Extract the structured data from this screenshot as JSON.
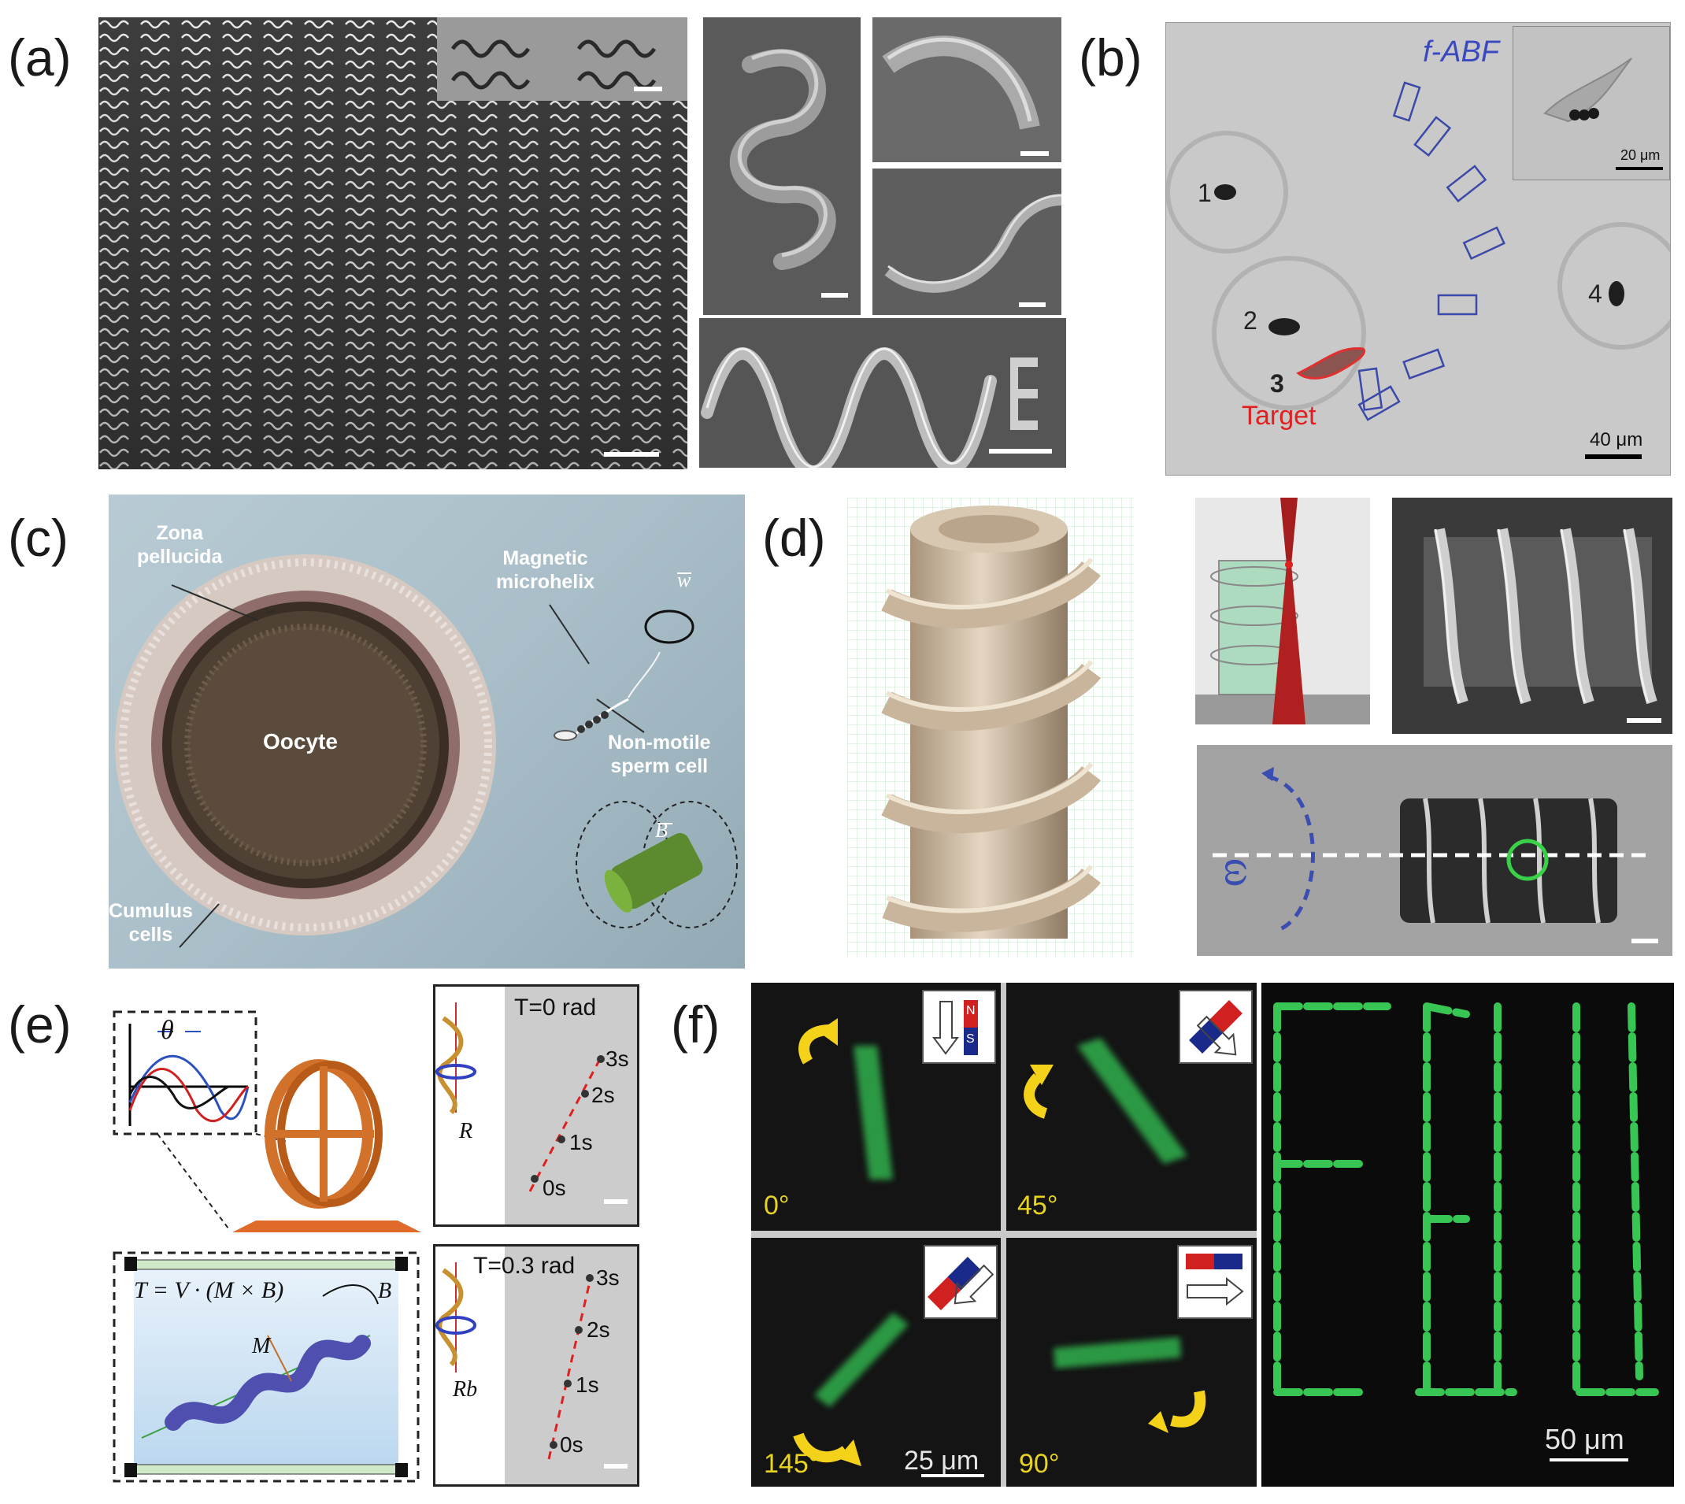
{
  "panels": {
    "a": {
      "label": "(a)"
    },
    "b": {
      "label": "(b)",
      "title": "f-ABF",
      "numbers": [
        "1",
        "2",
        "3",
        "4"
      ],
      "target": "Target",
      "inset_scale": "20 μm",
      "scale": "40 μm"
    },
    "c": {
      "label": "(c)",
      "zona": "Zona\npellucida",
      "microhelix": "Magnetic\nmicrohelix",
      "oocyte": "Oocyte",
      "nonmotile": "Non-motile\nsperm cell",
      "cumulus": "Cumulus\ncells",
      "w": "w",
      "B": "B"
    },
    "d": {
      "label": "(d)",
      "omega": "ω"
    },
    "e": {
      "label": "(e)",
      "theta": "θ",
      "equation": "T = V · (M × B)",
      "M": "M",
      "B": "B",
      "R": "R",
      "Rb": "Rb",
      "top_title": "T=0 rad",
      "bottom_title": "T=0.3 rad",
      "times": [
        "3s",
        "2s",
        "1s",
        "0s"
      ]
    },
    "f": {
      "label": "(f)",
      "angles": [
        "0°",
        "45°",
        "145°",
        "90°"
      ],
      "scale_small": "25 μm",
      "scale_large": "50 μm",
      "magnet_n": "N",
      "magnet_s": "S"
    }
  },
  "colors": {
    "sem_gray": "#4b4b4b",
    "micro_gray": "#cfcfcf",
    "blue": "#3a4db0",
    "red": "#e02020",
    "yellow": "#f5d21a",
    "green": "#3bd15a",
    "brass": "#c9b79b"
  }
}
